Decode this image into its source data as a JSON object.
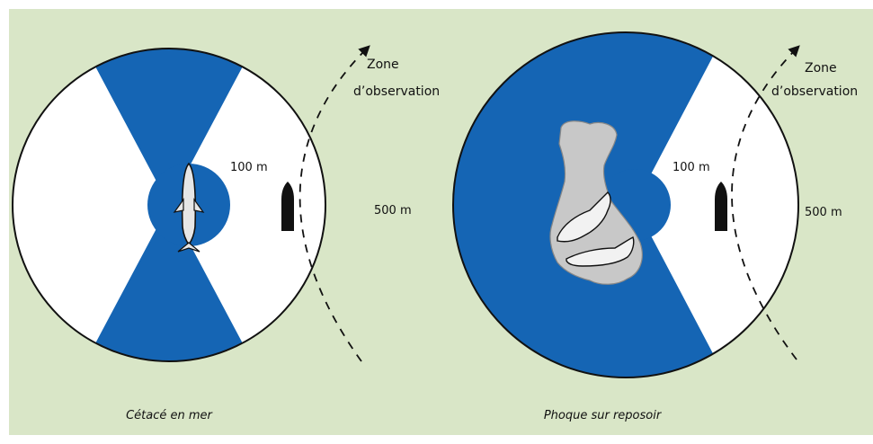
{
  "colors": {
    "background": "#d9e6c7",
    "blue_zone": "#1565b4",
    "white_zone": "#ffffff",
    "outline": "#111111",
    "rock": "#c8c8c8"
  },
  "left_panel": {
    "caption": "Cétacé en mer",
    "zone_label_line1": "Zone",
    "zone_label_line2": "d’observation",
    "inner_radius_label": "100 m",
    "outer_radius_label": "500 m",
    "animal_icon": "dolphin-icon",
    "boat_icon": "boat-icon"
  },
  "right_panel": {
    "caption": "Phoque sur reposoir",
    "zone_label_line1": "Zone",
    "zone_label_line2": "d’observation",
    "inner_radius_label": "100 m",
    "outer_radius_label": "500 m",
    "animal_icon": "seal-icon",
    "rock_icon": "rock-icon",
    "boat_icon": "boat-icon"
  }
}
